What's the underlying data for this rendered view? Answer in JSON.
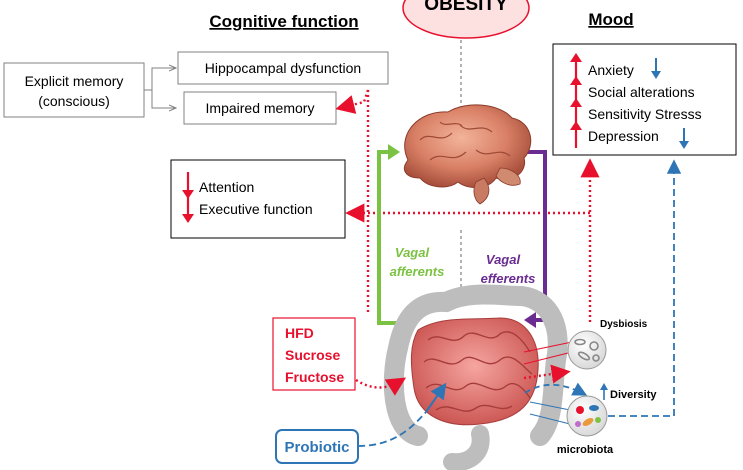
{
  "header": {
    "title": "OBESITY"
  },
  "sections": {
    "cognitive": "Cognitive function",
    "mood": "Mood"
  },
  "memory": {
    "explicit_line1": "Explicit memory",
    "explicit_line2": "(conscious)",
    "hippocampal": "Hippocampal dysfunction",
    "impaired": "Impaired memory"
  },
  "executive": {
    "attention": "Attention",
    "executive": "Executive function"
  },
  "mood_items": [
    "Anxiety",
    "Social alterations",
    "Sensitivity Stresss",
    "Depression"
  ],
  "vagal": {
    "afferents_line1": "Vagal",
    "afferents_line2": "afferents",
    "efferents_line1": "Vagal",
    "efferents_line2": "efferents"
  },
  "diet": [
    "HFD",
    "Sucrose",
    "Fructose"
  ],
  "probiotic": "Probiotic",
  "gut": {
    "dysbiosis": "Dysbiosis",
    "diversity": "Diversity",
    "microbiota": "microbiota"
  },
  "colors": {
    "red": "#e8112d",
    "green": "#7cc242",
    "purple": "#6a2c91",
    "blue": "#2e75b6",
    "gray": "#808080",
    "title_bg": "#fde0e0"
  },
  "icons": {
    "brain": "brain-icon",
    "intestine": "intestine-icon",
    "dysbiosis": "bacteria-cluster-icon",
    "microbiota": "bacteria-cluster-icon",
    "arrow_up": "arrow-up-icon",
    "arrow_down": "arrow-down-icon"
  }
}
